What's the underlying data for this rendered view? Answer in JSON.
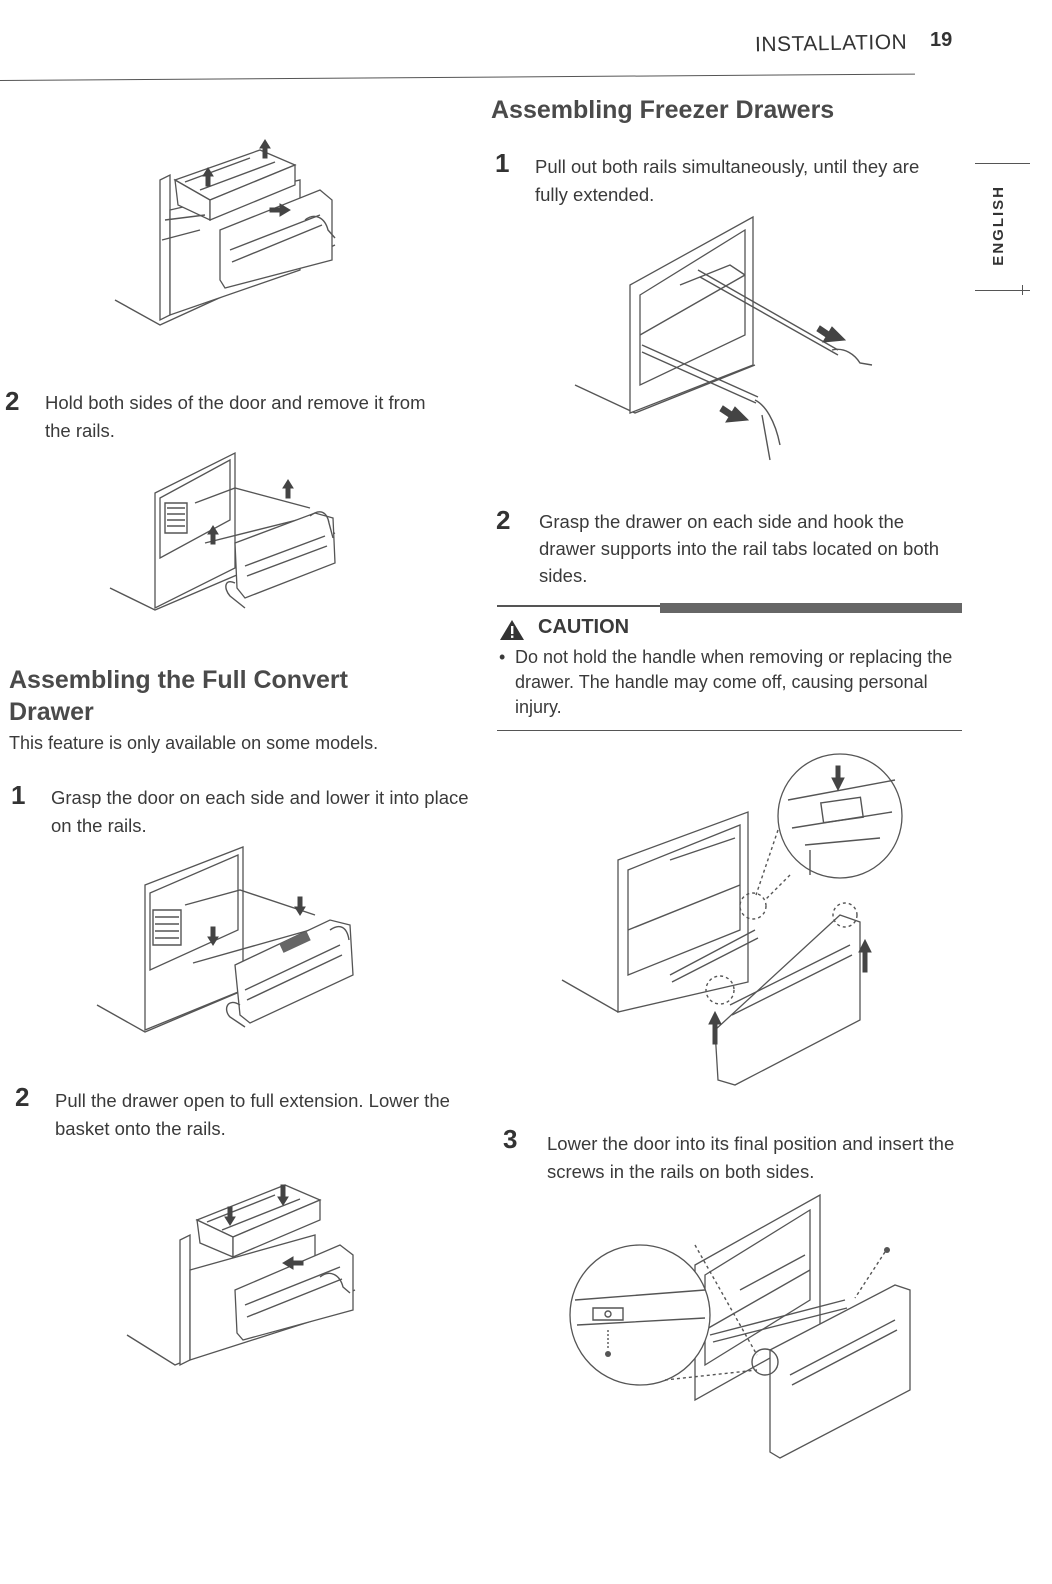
{
  "header": {
    "section": "INSTALLATION",
    "page_number": "19"
  },
  "side_tab": {
    "language": "ENGLISH"
  },
  "left": {
    "step2_remove": {
      "number": "2",
      "text": "Hold both sides of the door and remove it from the rails."
    },
    "full_convert": {
      "title": "Assembling the Full Convert Drawer",
      "intro": "This feature is only available on some models.",
      "step1": {
        "number": "1",
        "text": "Grasp the door on each side and lower it into place on the rails."
      },
      "step2": {
        "number": "2",
        "text": "Pull the drawer open to full extension. Lower the basket onto the rails."
      }
    }
  },
  "right": {
    "freezer": {
      "title": "Assembling Freezer Drawers",
      "step1": {
        "number": "1",
        "text": "Pull out both rails simultaneously, until they are fully extended."
      },
      "step2": {
        "number": "2",
        "text": "Grasp the drawer on each side and hook the drawer supports into the rail tabs located on both sides."
      },
      "caution": {
        "title": "CAUTION",
        "bullet": "Do not hold the handle when removing or replacing the drawer. The handle may come off, causing personal injury."
      },
      "step3": {
        "number": "3",
        "text": "Lower the door into its final position and insert the screws in the rails on both sides."
      }
    }
  },
  "icons": [
    "warning-triangle-icon",
    "arrow-icon"
  ]
}
